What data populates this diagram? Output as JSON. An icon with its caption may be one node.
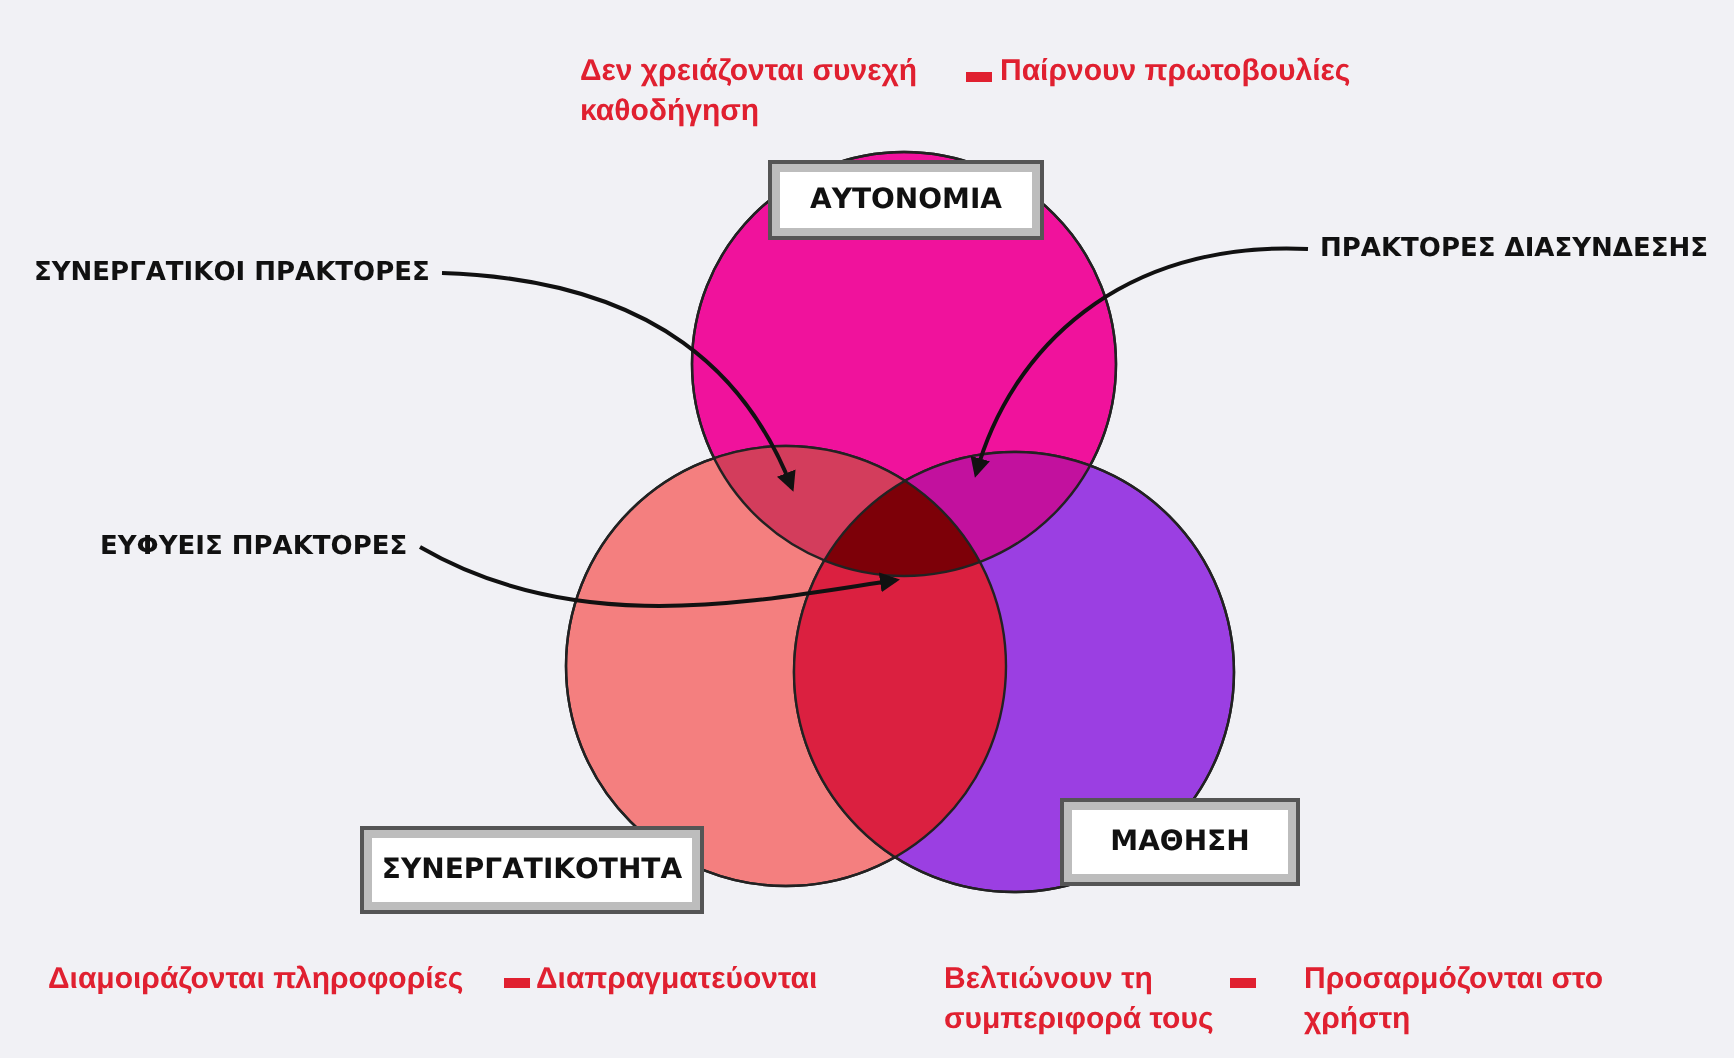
{
  "diagram": {
    "nodes": [
      {
        "text": [
          "ΑΥΤΟΝΟΜΙΑ"
        ]
      },
      {
        "text": [
          "ΣΥΝΕΡΓΑΤΙΚΟΤΗΤΑ"
        ]
      },
      {
        "text": [
          "ΜΑΘΗΣΗ"
        ]
      },
      {
        "text": [
          "ΣΥΝΕΡΓΑΤΙΚΟΙ ΠΡΑΚΤΟΡΕΣ"
        ]
      },
      {
        "text": [
          "ΠΡΑΚΤΟΡΕΣ ΔΙΑΣΥΝΔΕΣΗΣ"
        ]
      },
      {
        "text": [
          "ΕΥΦΥΕΙΣ ΠΡΑΚΤΟΡΕΣ"
        ]
      }
    ],
    "edges": [
      {
        "from": 3,
        "to": null,
        "arrow": "to"
      },
      {
        "from": 4,
        "to": null,
        "arrow": "to"
      },
      {
        "from": 5,
        "to": null,
        "arrow": "to"
      }
    ],
    "labels": [
      "Δεν χρειάζονται συνεχή καθοδήγηση",
      "Παίρνουν πρωτοβουλίες",
      "Διαμοιράζονται πληροφορίες",
      "Διαπραγματεύονται",
      "Βελτιώνουν τη συμπεριφορά τους",
      "Προσαρμόζονται στο χρήστη"
    ]
  }
}
